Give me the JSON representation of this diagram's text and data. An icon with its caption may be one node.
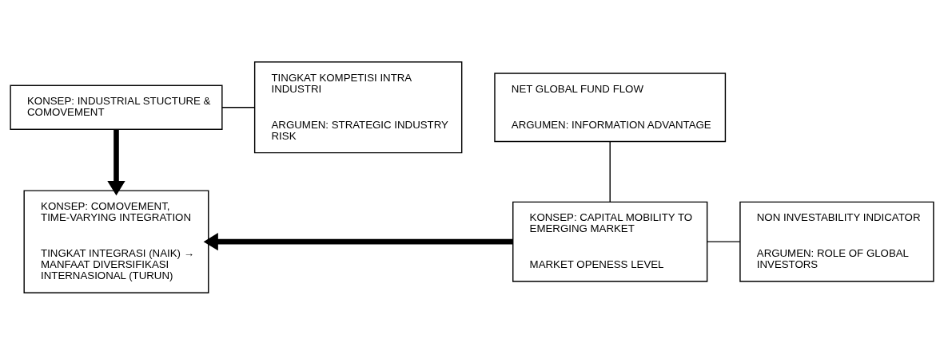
{
  "diagram": {
    "nodes": [
      {
        "text": [
          "KONSEP: INDUSTRIAL STUCTURE & COMOVEMENT"
        ]
      },
      {
        "text": [
          "TINGKAT KOMPETISI INTRA INDUSTRI",
          "ARGUMEN: STRATEGIC INDUSTRY RISK"
        ]
      },
      {
        "text": [
          "NET GLOBAL FUND FLOW",
          "ARGUMEN: INFORMATION ADVANTAGE"
        ]
      },
      {
        "text": [
          "KONSEP: COMOVEMENT, TIME-VARYING INTEGRATION",
          "TINGKAT INTEGRASI (NAIK) → MANFAAT DIVERSIFIKASI INTERNASIONAL (TURUN)"
        ]
      },
      {
        "text": [
          "KONSEP: CAPITAL MOBILITY TO EMERGING MARKET",
          "MARKET OPENESS LEVEL"
        ]
      },
      {
        "text": [
          "NON INVESTABILITY INDICATOR",
          "ARGUMEN: ROLE OF GLOBAL INVESTORS"
        ]
      }
    ],
    "edges": [
      {
        "from": 0,
        "to": 1,
        "arrow": "none"
      },
      {
        "from": 0,
        "to": 3,
        "arrow": "to",
        "style": "thick"
      },
      {
        "from": 4,
        "to": 3,
        "arrow": "to",
        "style": "thick"
      },
      {
        "from": 4,
        "to": 2,
        "arrow": "none"
      },
      {
        "from": 4,
        "to": 5,
        "arrow": "none"
      }
    ]
  }
}
